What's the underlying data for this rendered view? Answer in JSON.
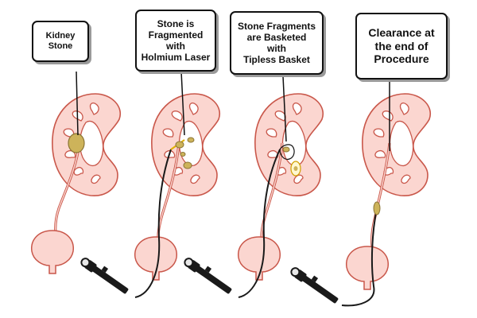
{
  "panels": [
    {
      "label": "Kidney\nStone"
    },
    {
      "label": "Stone is\nFragmented\nwith\nHolmium Laser"
    },
    {
      "label": "Stone Fragments\nare Basketed\nwith\nTipless Basket"
    },
    {
      "label": "Clearance at\nthe end of\nProcedure"
    }
  ],
  "colors": {
    "kidney_fill": "#fbd6d0",
    "kidney_outline": "#c9574a",
    "stone": "#cdb35a",
    "scope": "#1a1a1a"
  }
}
